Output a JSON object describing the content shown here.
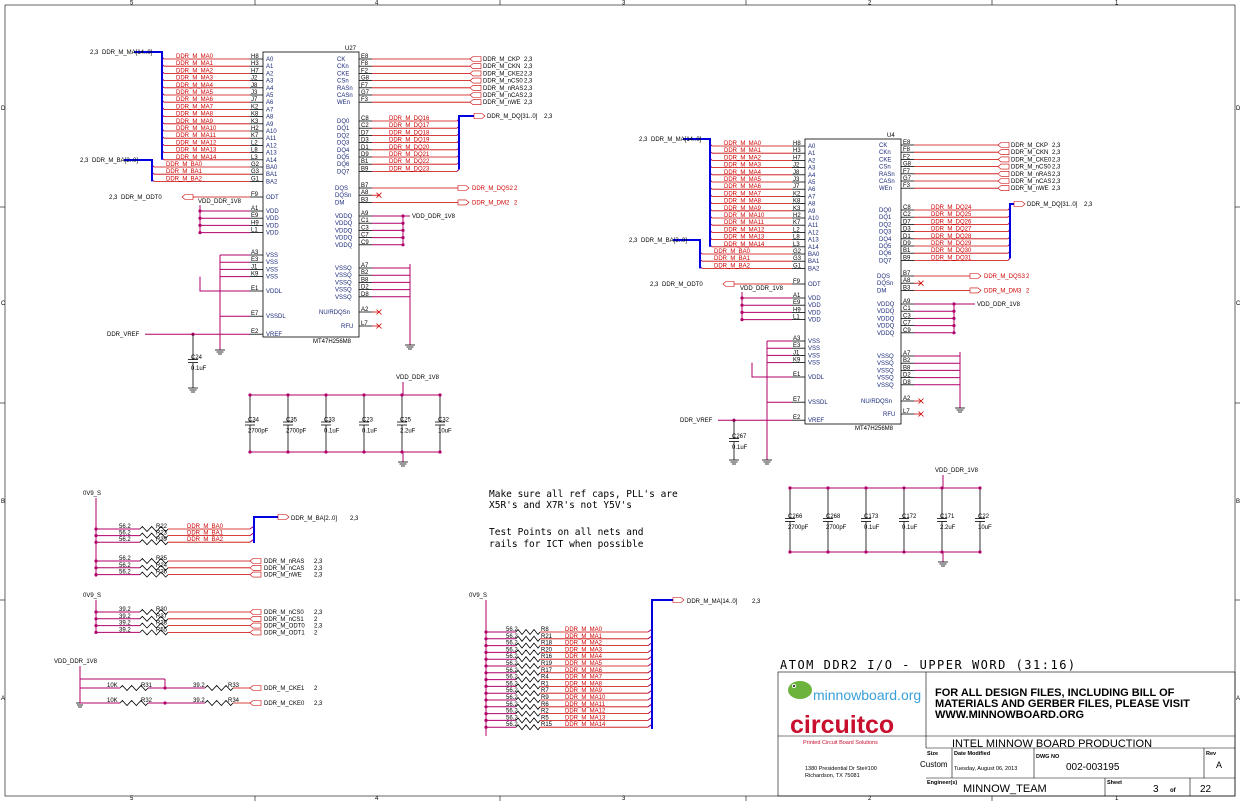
{
  "border": {
    "cols_top": [
      "5",
      "4",
      "3",
      "2",
      "1"
    ],
    "cols_bottom": [
      "5",
      "4",
      "3",
      "2",
      "1"
    ],
    "rows_left": [
      "D",
      "C",
      "B",
      "A"
    ],
    "rows_right": [
      "D",
      "C",
      "B",
      "A"
    ]
  },
  "u27": {
    "ref": "U27",
    "part": "MT47H256M8",
    "left_pins": [
      {
        "num": "H8",
        "name": "A0",
        "net": "DDR_M_MA0"
      },
      {
        "num": "H3",
        "name": "A1",
        "net": "DDR_M_MA1"
      },
      {
        "num": "H7",
        "name": "A2",
        "net": "DDR_M_MA2"
      },
      {
        "num": "J2",
        "name": "A3",
        "net": "DDR_M_MA3"
      },
      {
        "num": "J8",
        "name": "A4",
        "net": "DDR_M_MA4"
      },
      {
        "num": "J3",
        "name": "A5",
        "net": "DDR_M_MA5"
      },
      {
        "num": "J7",
        "name": "A6",
        "net": "DDR_M_MA6"
      },
      {
        "num": "K2",
        "name": "A7",
        "net": "DDR_M_MA7"
      },
      {
        "num": "K8",
        "name": "A8",
        "net": "DDR_M_MA8"
      },
      {
        "num": "K3",
        "name": "A9",
        "net": "DDR_M_MA9"
      },
      {
        "num": "H2",
        "name": "A10",
        "net": "DDR_M_MA10"
      },
      {
        "num": "K7",
        "name": "A11",
        "net": "DDR_M_MA11"
      },
      {
        "num": "L2",
        "name": "A12",
        "net": "DDR_M_MA12"
      },
      {
        "num": "L8",
        "name": "A13",
        "net": "DDR_M_MA13"
      },
      {
        "num": "L3",
        "name": "A14",
        "net": "DDR_M_MA14"
      },
      {
        "num": "G2",
        "name": "BA0",
        "net": "DDR_M_BA0"
      },
      {
        "num": "G3",
        "name": "BA1",
        "net": "DDR_M_BA1"
      },
      {
        "num": "G1",
        "name": "BA2",
        "net": "DDR_M_BA2"
      }
    ],
    "ctrl_pins": [
      {
        "num": "E8",
        "name": "CK",
        "net": "DDR_M_CKP",
        "ref": "2,3"
      },
      {
        "num": "F8",
        "name": "CKn",
        "net": "DDR_M_CKN",
        "ref": "2,3"
      },
      {
        "num": "F2",
        "name": "CKE",
        "net": "DDR_M_CKE2",
        "ref": "2,3"
      },
      {
        "num": "G8",
        "name": "CSn",
        "net": "DDR_M_nCS0",
        "ref": "2,3"
      },
      {
        "num": "F7",
        "name": "RASn",
        "net": "DDR_M_nRAS",
        "ref": "2,3"
      },
      {
        "num": "G7",
        "name": "CASn",
        "net": "DDR_M_nCAS",
        "ref": "2,3"
      },
      {
        "num": "F3",
        "name": "WEn",
        "net": "DDR_M_nWE",
        "ref": "2,3"
      }
    ],
    "dq_pins": [
      {
        "num": "C8",
        "name": "DQ0",
        "net": "DDR_M_DQ16"
      },
      {
        "num": "C2",
        "name": "DQ1",
        "net": "DDR_M_DQ17"
      },
      {
        "num": "D7",
        "name": "DQ2",
        "net": "DDR_M_DQ18"
      },
      {
        "num": "D3",
        "name": "DQ3",
        "net": "DDR_M_DQ19"
      },
      {
        "num": "D1",
        "name": "DQ4",
        "net": "DDR_M_DQ20"
      },
      {
        "num": "D9",
        "name": "DQ5",
        "net": "DDR_M_DQ21"
      },
      {
        "num": "B1",
        "name": "DQ6",
        "net": "DDR_M_DQ22"
      },
      {
        "num": "B9",
        "name": "DQ7",
        "net": "DDR_M_DQ23"
      }
    ],
    "dq_bus": "DDR_M_DQ[31..0]",
    "dq_bus_ref": "2,3",
    "dqs": [
      {
        "num": "B7",
        "name": "DQS",
        "net": "DDR_M_DQS2",
        "ref": "2"
      },
      {
        "num": "A8",
        "name": "DQSn",
        "net": "",
        "ref": ""
      },
      {
        "num": "B3",
        "name": "DM",
        "net": "DDR_M_DM2",
        "ref": "2"
      }
    ],
    "ma_bus": "DDR_M_MA[14..0]",
    "ba_bus": "DDR_M_BA[2..0]",
    "bus_ref": "2,3",
    "odt": {
      "num": "F9",
      "name": "ODT",
      "net": "DDR_M_ODT0",
      "ref": "2,3"
    },
    "vdd_pins": [
      {
        "num": "A1",
        "name": "VDD"
      },
      {
        "num": "E9",
        "name": "VDD"
      },
      {
        "num": "H9",
        "name": "VDD"
      },
      {
        "num": "L1",
        "name": "VDD"
      }
    ],
    "vss_pins": [
      {
        "num": "A3",
        "name": "VSS"
      },
      {
        "num": "E3",
        "name": "VSS"
      },
      {
        "num": "J1",
        "name": "VSS"
      },
      {
        "num": "K9",
        "name": "VSS"
      }
    ],
    "vddl": {
      "num": "E1",
      "name": "VDDL"
    },
    "vssdl": {
      "num": "E7",
      "name": "VSSDL"
    },
    "vref": {
      "num": "E2",
      "name": "VREF",
      "net": "DDR_VREF"
    },
    "vddq_pins": [
      {
        "num": "A9",
        "name": "VDDQ"
      },
      {
        "num": "C1",
        "name": "VDDQ"
      },
      {
        "num": "C3",
        "name": "VDDQ"
      },
      {
        "num": "C7",
        "name": "VDDQ"
      },
      {
        "num": "C9",
        "name": "VDDQ"
      }
    ],
    "vssq_pins": [
      {
        "num": "A7",
        "name": "VSSQ"
      },
      {
        "num": "B2",
        "name": "VSSQ"
      },
      {
        "num": "B8",
        "name": "VSSQ"
      },
      {
        "num": "D2",
        "name": "VSSQ"
      },
      {
        "num": "D8",
        "name": "VSSQ"
      }
    ],
    "nu": {
      "num": "A2",
      "name": "NU/RDQSn"
    },
    "rfu": {
      "num": "L7",
      "name": "RFU"
    },
    "vdd_net": "VDD_DDR_1V8",
    "cap": {
      "ref": "C24",
      "val": "0.1uF"
    }
  },
  "u4": {
    "ref": "U4",
    "part": "MT47H256M8",
    "ma_bus": "DDR_M_MA[14..0]",
    "ba_bus": "DDR_M_BA[2..0]",
    "bus_ref": "2,3",
    "left_pins": [
      {
        "num": "H8",
        "name": "A0",
        "net": "DDR_M_MA0"
      },
      {
        "num": "H3",
        "name": "A1",
        "net": "DDR_M_MA1"
      },
      {
        "num": "H7",
        "name": "A2",
        "net": "DDR_M_MA2"
      },
      {
        "num": "J2",
        "name": "A3",
        "net": "DDR_M_MA3"
      },
      {
        "num": "J8",
        "name": "A4",
        "net": "DDR_M_MA4"
      },
      {
        "num": "J3",
        "name": "A5",
        "net": "DDR_M_MA5"
      },
      {
        "num": "J7",
        "name": "A6",
        "net": "DDR_M_MA6"
      },
      {
        "num": "K2",
        "name": "A7",
        "net": "DDR_M_MA7"
      },
      {
        "num": "K8",
        "name": "A8",
        "net": "DDR_M_MA8"
      },
      {
        "num": "K3",
        "name": "A9",
        "net": "DDR_M_MA9"
      },
      {
        "num": "H2",
        "name": "A10",
        "net": "DDR_M_MA10"
      },
      {
        "num": "K7",
        "name": "A11",
        "net": "DDR_M_MA11"
      },
      {
        "num": "L2",
        "name": "A12",
        "net": "DDR_M_MA12"
      },
      {
        "num": "L8",
        "name": "A13",
        "net": "DDR_M_MA13"
      },
      {
        "num": "L3",
        "name": "A14",
        "net": "DDR_M_MA14"
      },
      {
        "num": "G2",
        "name": "BA0",
        "net": "DDR_M_BA0"
      },
      {
        "num": "G3",
        "name": "BA1",
        "net": "DDR_M_BA1"
      },
      {
        "num": "G1",
        "name": "BA2",
        "net": "DDR_M_BA2"
      }
    ],
    "ctrl_pins": [
      {
        "num": "E8",
        "name": "CK",
        "net": "DDR_M_CKP",
        "ref": "2,3"
      },
      {
        "num": "F8",
        "name": "CKn",
        "net": "DDR_M_CKN",
        "ref": "2,3"
      },
      {
        "num": "F2",
        "name": "CKE",
        "net": "DDR_M_CKE0",
        "ref": "2,3"
      },
      {
        "num": "G8",
        "name": "CSn",
        "net": "DDR_M_nCS0",
        "ref": "2,3"
      },
      {
        "num": "F7",
        "name": "RASn",
        "net": "DDR_M_nRAS",
        "ref": "2,3"
      },
      {
        "num": "G7",
        "name": "CASn",
        "net": "DDR_M_nCAS",
        "ref": "2,3"
      },
      {
        "num": "F3",
        "name": "WEn",
        "net": "DDR_M_nWE",
        "ref": "2,3"
      }
    ],
    "dq_pins": [
      {
        "num": "C8",
        "name": "DQ0",
        "net": "DDR_M_DQ24"
      },
      {
        "num": "C2",
        "name": "DQ1",
        "net": "DDR_M_DQ25"
      },
      {
        "num": "D7",
        "name": "DQ2",
        "net": "DDR_M_DQ26"
      },
      {
        "num": "D3",
        "name": "DQ3",
        "net": "DDR_M_DQ27"
      },
      {
        "num": "D1",
        "name": "DQ4",
        "net": "DDR_M_DQ28"
      },
      {
        "num": "D9",
        "name": "DQ5",
        "net": "DDR_M_DQ29"
      },
      {
        "num": "B1",
        "name": "DQ6",
        "net": "DDR_M_DQ30"
      },
      {
        "num": "B9",
        "name": "DQ7",
        "net": "DDR_M_DQ31"
      }
    ],
    "dq_bus": "DDR_M_DQ[31..0]",
    "dq_bus_ref": "2,3",
    "dqs": [
      {
        "num": "B7",
        "name": "DQS",
        "net": "DDR_M_DQS3",
        "ref": "2"
      },
      {
        "num": "A8",
        "name": "DQSn",
        "net": "",
        "ref": ""
      },
      {
        "num": "B3",
        "name": "DM",
        "net": "DDR_M_DM3",
        "ref": "2"
      }
    ],
    "odt": {
      "num": "F9",
      "name": "ODT",
      "net": "DDR_M_ODT0",
      "ref": "2,3"
    },
    "vdd_pins": [
      {
        "num": "A1",
        "name": "VDD"
      },
      {
        "num": "E9",
        "name": "VDD"
      },
      {
        "num": "H9",
        "name": "VDD"
      },
      {
        "num": "L1",
        "name": "VDD"
      }
    ],
    "vss_pins": [
      {
        "num": "A3",
        "name": "VSS"
      },
      {
        "num": "E3",
        "name": "VSS"
      },
      {
        "num": "J1",
        "name": "VSS"
      },
      {
        "num": "K9",
        "name": "VSS"
      }
    ],
    "vddl": {
      "num": "E1",
      "name": "VDDL"
    },
    "vssdl": {
      "num": "E7",
      "name": "VSSDL"
    },
    "vref": {
      "num": "E2",
      "name": "VREF",
      "net": "DDR_VREF"
    },
    "vddq_pins": [
      {
        "num": "A9",
        "name": "VDDQ"
      },
      {
        "num": "C1",
        "name": "VDDQ"
      },
      {
        "num": "C3",
        "name": "VDDQ"
      },
      {
        "num": "C7",
        "name": "VDDQ"
      },
      {
        "num": "C9",
        "name": "VDDQ"
      }
    ],
    "vssq_pins": [
      {
        "num": "A7",
        "name": "VSSQ"
      },
      {
        "num": "B2",
        "name": "VSSQ"
      },
      {
        "num": "B8",
        "name": "VSSQ"
      },
      {
        "num": "D2",
        "name": "VSSQ"
      },
      {
        "num": "D8",
        "name": "VSSQ"
      }
    ],
    "nu": {
      "num": "A2",
      "name": "NU/RDQSn"
    },
    "rfu": {
      "num": "L7",
      "name": "RFU"
    },
    "vdd_net": "VDD_DDR_1V8",
    "cap": {
      "ref": "C267",
      "val": "0.1uF"
    }
  },
  "decap_left": {
    "net": "VDD_DDR_1V8",
    "caps": [
      {
        "ref": "C34",
        "val": "2700pF"
      },
      {
        "ref": "C35",
        "val": "2700pF"
      },
      {
        "ref": "C33",
        "val": "0.1uF"
      },
      {
        "ref": "C23",
        "val": "0.1uF"
      },
      {
        "ref": "C25",
        "val": "2.2uF"
      },
      {
        "ref": "C32",
        "val": "10uF"
      }
    ]
  },
  "decap_right": {
    "net": "VDD_DDR_1V8",
    "caps": [
      {
        "ref": "C266",
        "val": "2700pF"
      },
      {
        "ref": "C268",
        "val": "2700pF"
      },
      {
        "ref": "C173",
        "val": "0.1uF"
      },
      {
        "ref": "C172",
        "val": "0.1uF"
      },
      {
        "ref": "C171",
        "val": "2.2uF"
      },
      {
        "ref": "C22",
        "val": "10uF"
      }
    ]
  },
  "notes": [
    "Make sure all ref caps, PLL's are",
    "X5R's and X7R's not Y5V's",
    "",
    "Test Points on all nets and",
    "rails for ICT when possible"
  ],
  "term_ba": {
    "rail": "0V9_S",
    "bus": "DDR_M_BA[2..0]",
    "bus_ref": "2,3",
    "rows": [
      {
        "val": "56.2",
        "ref": "R22",
        "net": "DDR_M_BA0"
      },
      {
        "val": "56.2",
        "ref": "R23",
        "net": "DDR_M_BA1"
      },
      {
        "val": "56.2",
        "ref": "R39",
        "net": "DDR_M_BA2"
      }
    ],
    "rows2": [
      {
        "val": "56.2",
        "ref": "R35",
        "net": "DDR_M_nRAS",
        "ref2": "2,3"
      },
      {
        "val": "56.2",
        "ref": "R24",
        "net": "DDR_M_nCAS",
        "ref2": "2,3"
      },
      {
        "val": "56.2",
        "ref": "R36",
        "net": "DDR_M_nWE",
        "ref2": "2,3"
      }
    ]
  },
  "term_cs": {
    "rail": "0V9_S",
    "rows": [
      {
        "val": "39.2",
        "ref": "R30",
        "net": "DDR_M_nCS0",
        "ref2": "2,3"
      },
      {
        "val": "39.2",
        "ref": "R37",
        "net": "DDR_M_nCS1",
        "ref2": "2"
      },
      {
        "val": "39.2",
        "ref": "R38",
        "net": "DDR_M_ODT0",
        "ref2": "2,3"
      },
      {
        "val": "39.2",
        "ref": "R55",
        "net": "DDR_M_ODT1",
        "ref2": "2"
      }
    ]
  },
  "term_cke": {
    "rail": "VDD_DDR_1V8",
    "rows": [
      {
        "val1": "10K",
        "ref1": "R31",
        "val2": "39.2",
        "ref2": "R33",
        "net": "DDR_M_CKE1",
        "ref": "2"
      },
      {
        "val1": "10K",
        "ref1": "R32",
        "val2": "39.2",
        "ref2": "R34",
        "net": "DDR_M_CKE0",
        "ref": "2,3"
      }
    ]
  },
  "term_ma": {
    "rail": "0V9_S",
    "bus": "DDR_M_MA[14..0]",
    "bus_ref": "2,3",
    "rows": [
      {
        "val": "56.2",
        "ref": "R8",
        "net": "DDR_M_MA0"
      },
      {
        "val": "56.2",
        "ref": "R21",
        "net": "DDR_M_MA1"
      },
      {
        "val": "56.2",
        "ref": "R18",
        "net": "DDR_M_MA2"
      },
      {
        "val": "56.2",
        "ref": "R20",
        "net": "DDR_M_MA3"
      },
      {
        "val": "56.2",
        "ref": "R16",
        "net": "DDR_M_MA4"
      },
      {
        "val": "56.2",
        "ref": "R19",
        "net": "DDR_M_MA5"
      },
      {
        "val": "56.2",
        "ref": "R17",
        "net": "DDR_M_MA6"
      },
      {
        "val": "56.2",
        "ref": "R4",
        "net": "DDR_M_MA7"
      },
      {
        "val": "56.2",
        "ref": "R1",
        "net": "DDR_M_MA8"
      },
      {
        "val": "56.2",
        "ref": "R7",
        "net": "DDR_M_MA9"
      },
      {
        "val": "56.2",
        "ref": "R9",
        "net": "DDR_M_MA10"
      },
      {
        "val": "56.2",
        "ref": "R6",
        "net": "DDR_M_MA11"
      },
      {
        "val": "56.2",
        "ref": "R2",
        "net": "DDR_M_MA12"
      },
      {
        "val": "56.2",
        "ref": "R5",
        "net": "DDR_M_MA13"
      },
      {
        "val": "56.2",
        "ref": "R15",
        "net": "DDR_M_MA14"
      }
    ]
  },
  "title_block": {
    "sheet_title": "ATOM DDR2 I/O - UPPER WORD (31:16)",
    "logo_minnow": "minnowboard.org",
    "logo_circuitco": "circuitco",
    "logo_tagline": "Printed Circuit Board Solutions",
    "notice": "FOR ALL DESIGN FILES, INCLUDING BILL OF MATERIALS AND GERBER FILES, PLEASE VISIT WWW.MINNOWBOARD.ORG",
    "address1": "1380 Presidential Dr Ste#100",
    "address2": "Richardson, TX 75081",
    "project": "INTEL MINNOW BOARD PRODUCTION",
    "size_label": "Size",
    "size": "Custom",
    "date_label": "Date Modified",
    "date": "Tuesday, August 06, 2013",
    "dwg_label": "DWG NO",
    "dwg": "002-003195",
    "rev_label": "Rev",
    "rev": "A",
    "engineer_label": "Engineer(s)",
    "engineer": "MINNOW_TEAM",
    "sheet_label": "Sheet",
    "sheet": "3",
    "of_label": "of",
    "sheets": "22"
  }
}
